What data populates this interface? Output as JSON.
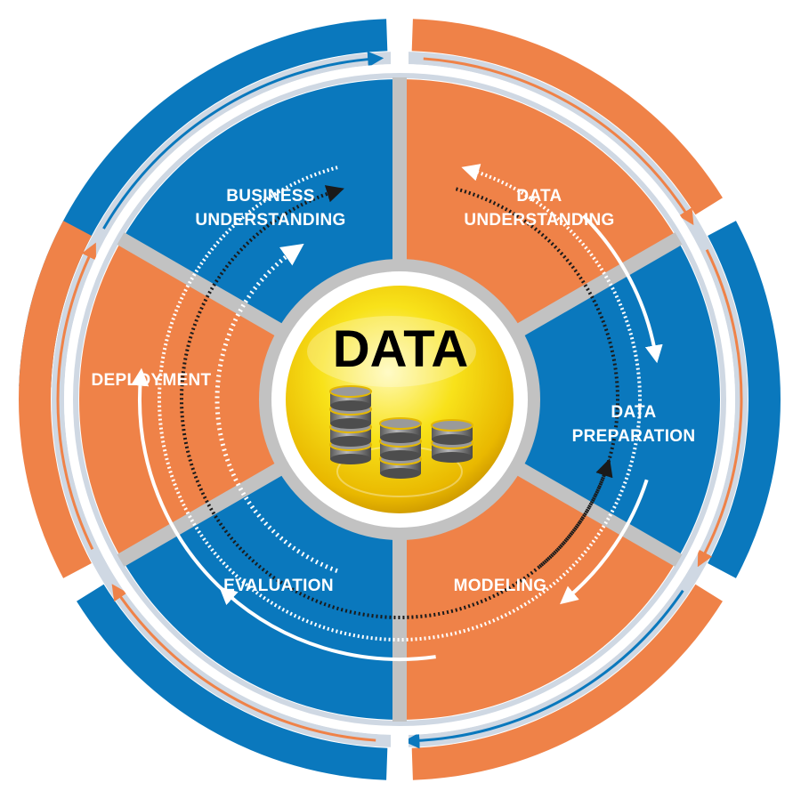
{
  "center": {
    "title": "DATA",
    "icon": "database-stack-icon"
  },
  "phases": [
    {
      "id": "business-understanding",
      "lines": [
        "BUSINESS",
        "UNDERSTANDING"
      ]
    },
    {
      "id": "data-understanding",
      "lines": [
        "DATA",
        "UNDERSTANDING"
      ]
    },
    {
      "id": "data-preparation",
      "lines": [
        "DATA",
        "PREPARATION"
      ]
    },
    {
      "id": "modeling",
      "lines": [
        "MODELING"
      ]
    },
    {
      "id": "evaluation",
      "lines": [
        "EVALUATION"
      ]
    },
    {
      "id": "deployment",
      "lines": [
        "DEPLOYMENT"
      ]
    }
  ],
  "colors": {
    "blue": "#0a78bd",
    "orange": "#ef8248",
    "separator": "#c2c2c2",
    "ring_light": "#cfd8e3",
    "center_yellow": "#f6d90a",
    "label_text": "#ffffff",
    "title_text": "#111111"
  }
}
